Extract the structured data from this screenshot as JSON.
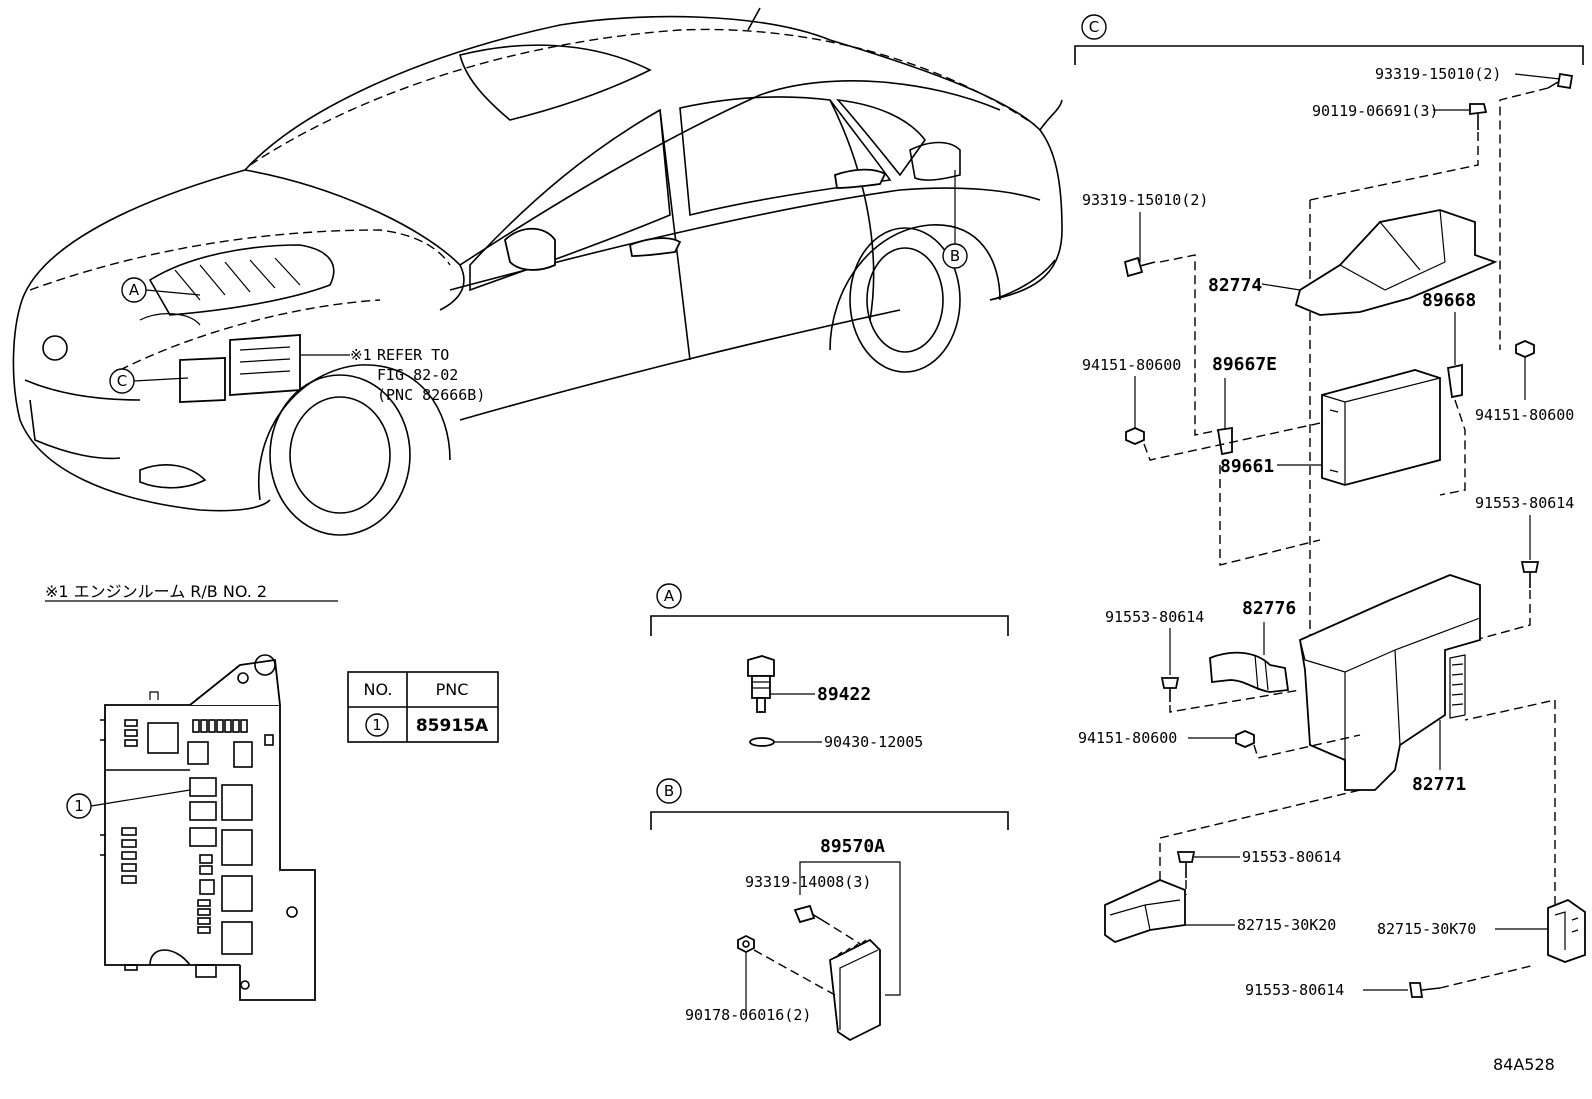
{
  "sections": {
    "a_letter": "A",
    "b_letter": "B",
    "c_letter": "C",
    "refer_marker": "※1",
    "refer_line1": "REFER TO",
    "refer_line2": "FIG 82-02",
    "refer_line3": "(PNC 82666B)",
    "relay_block_title": "※1 エンジンルーム R/B NO. 2"
  },
  "pnc_table": {
    "col_no": "NO.",
    "col_pnc": "PNC",
    "row_no": "1",
    "row_pnc": "85915A"
  },
  "callout_1": "1",
  "section_a_parts": {
    "sensor": "89422",
    "gasket": "90430-12005"
  },
  "section_b_parts": {
    "module": "89570A",
    "screw": "93319-14008(3)",
    "nut": "90178-06016(2)"
  },
  "section_c_parts": {
    "screw_top": "93319-15010(2)",
    "bolt_top": "90119-06691(3)",
    "screw_left": "93319-15010(2)",
    "cover_upper": "82774",
    "bracket": "89668",
    "bracket_e": "89667E",
    "nut_left": "94151-80600",
    "nut_right": "94151-80600",
    "ecu": "89661",
    "bolt_right": "91553-80614",
    "bolt_left": "91553-80614",
    "duct": "82776",
    "nut_lower": "94151-80600",
    "box_lower": "82771",
    "bolt_mid": "91553-80614",
    "bracket_left": "82715-30K20",
    "bracket_right": "82715-30K70",
    "bolt_bottom": "91553-80614"
  },
  "figure_code": "84A528"
}
